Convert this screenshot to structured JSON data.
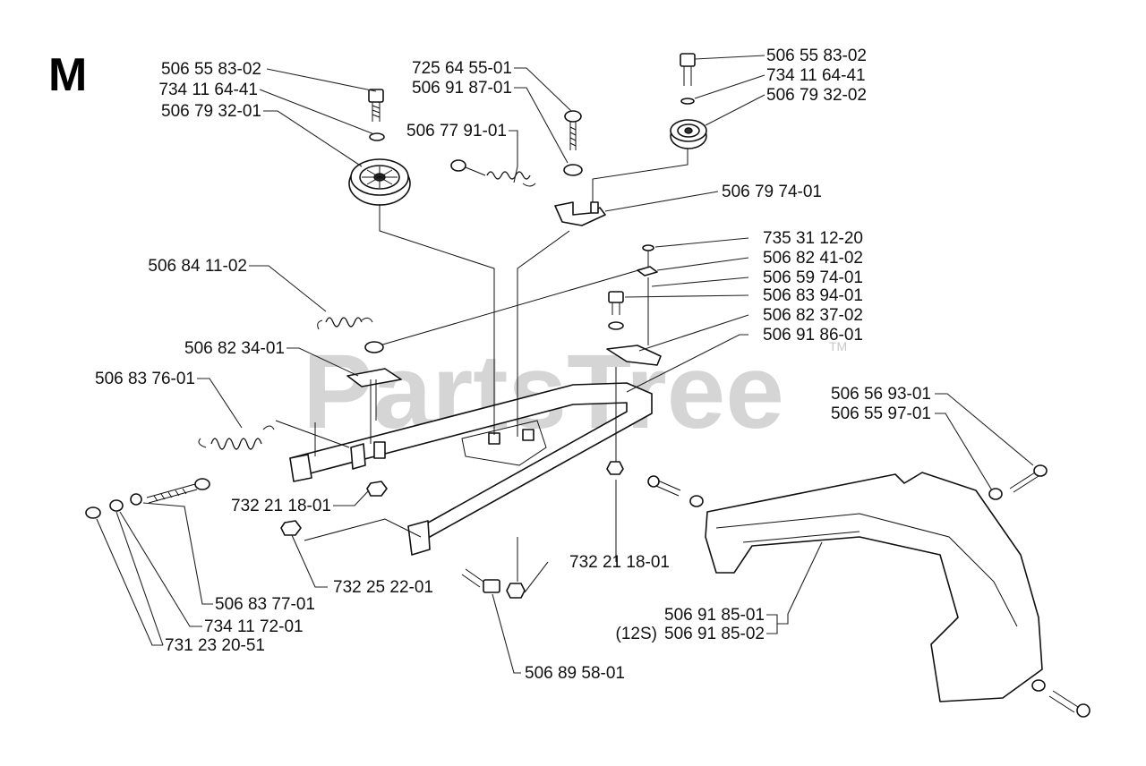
{
  "section_label": "M",
  "watermark": "PartsTree",
  "watermark_tm": "TM",
  "parts": {
    "bolt_left": "506 55 83-02",
    "washer_left": "734 11 64-41",
    "pulley_left": "506 79 32-01",
    "screw_top": "725 64 55-01",
    "washer_top": "506 91 87-01",
    "spring_small": "506 77 91-01",
    "bolt_right": "506 55 83-02",
    "washer_right": "734 11 64-41",
    "pulley_right": "506 79 32-02",
    "bracket_top": "506 79 74-01",
    "clip": "735 31 12-20",
    "link_right": "506 82 41-02",
    "cable": "506 59 74-01",
    "bolt_mid": "506 83 94-01",
    "plate_right": "506 82 37-02",
    "frame": "506 91 86-01",
    "spring_upper": "506 84 11-02",
    "plate_left": "506 82 34-01",
    "spring_lower": "506 83 76-01",
    "nut_left": "732 21 18-01",
    "nut_bottom": "732 25 22-01",
    "nut_right": "732 21 18-01",
    "eyebolt": "506 83 77-01",
    "washer_eyebolt": "734 11 72-01",
    "nut_eyebolt": "731 23 20-51",
    "bolt_bottom": "506 89 58-01",
    "bumper_bolt_a": "506 56 93-01",
    "bumper_bolt_b": "506 55 97-01",
    "bumper": "506 91 85-01",
    "bumper_12s_prefix": "(12S)",
    "bumper_12s": "506 91 85-02"
  }
}
